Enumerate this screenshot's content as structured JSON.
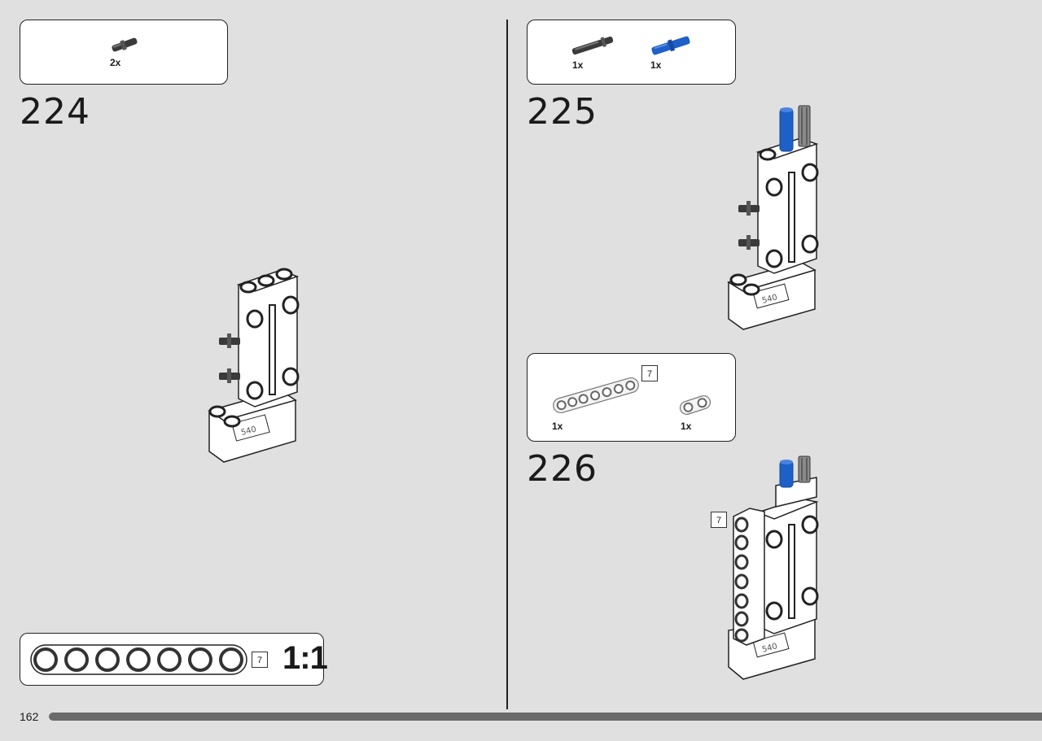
{
  "page": {
    "number": "162",
    "progress": 1.0
  },
  "steps": [
    {
      "number": "224",
      "parts": [
        {
          "qty": "2x",
          "icon": "dark-axle-pin-icon"
        }
      ]
    },
    {
      "number": "225",
      "parts": [
        {
          "qty": "1x",
          "icon": "dark-long-pin-icon"
        },
        {
          "qty": "1x",
          "icon": "blue-axle-pin-icon"
        }
      ]
    },
    {
      "number": "226",
      "parts": [
        {
          "qty": "1x",
          "icon": "white-beam-7-icon",
          "length": "7"
        },
        {
          "qty": "1x",
          "icon": "white-beam-2-icon"
        }
      ],
      "callout_length": "7"
    }
  ],
  "scale_ruler": {
    "length": "7",
    "ratio": "1:1"
  },
  "colors": {
    "background": "#e0e0e0",
    "accent_blue": "#1f5fc8",
    "dark_part": "#3a3a3a",
    "progress": "#6a6a6a"
  }
}
